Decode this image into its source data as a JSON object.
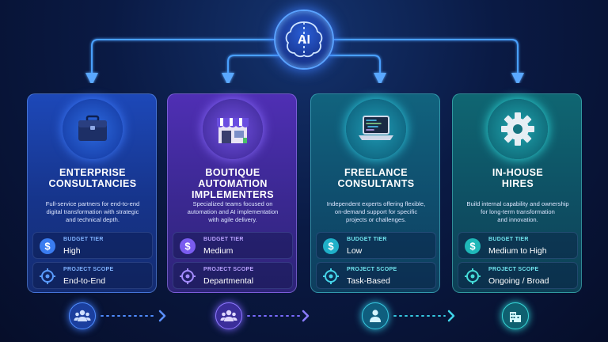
{
  "center_badge": {
    "label": "AI"
  },
  "cards": [
    {
      "icon": "briefcase-icon",
      "title_line1": "Enterprise",
      "title_line2": "Consultancies",
      "title_line3": "",
      "description_line1": "Full-service partners for end-to-end",
      "description_line2": "digital transformation with strategic",
      "description_line3": "and technical depth.",
      "budget_label": "Budget Tier",
      "budget_value": "High",
      "scope_label": "Project Scope",
      "scope_value": "End-to-End",
      "bottom_icon": "group-icon"
    },
    {
      "icon": "storefront-icon",
      "title_line1": "Boutique",
      "title_line2": "Automation",
      "title_line3": "Implementers",
      "description_line1": "Specialized teams focused on",
      "description_line2": "automation and AI implementation",
      "description_line3": "with agile delivery.",
      "budget_label": "Budget Tier",
      "budget_value": "Medium",
      "scope_label": "Project Scope",
      "scope_value": "Departmental",
      "bottom_icon": "group-icon"
    },
    {
      "icon": "laptop-icon",
      "title_line1": "Freelance",
      "title_line2": "Consultants",
      "title_line3": "",
      "description_line1": "Independent experts offering flexible,",
      "description_line2": "on-demand support for specific",
      "description_line3": "projects or challenges.",
      "budget_label": "Budget Tier",
      "budget_value": "Low",
      "scope_label": "Project Scope",
      "scope_value": "Task-Based",
      "bottom_icon": "person-icon"
    },
    {
      "icon": "gear-icon",
      "title_line1": "In-House",
      "title_line2": "Hires",
      "title_line3": "",
      "description_line1": "Build internal capability and ownership",
      "description_line2": "for long-term transformation",
      "description_line3": "and innovation.",
      "budget_label": "Budget Tier",
      "budget_value": "Medium to High",
      "scope_label": "Project Scope",
      "scope_value": "Ongoing / Broad",
      "bottom_icon": "building-icon"
    }
  ],
  "colors": {
    "card1": "#1d48b8",
    "card2": "#4f2fb4",
    "card3": "#11637e",
    "card4": "#0f6672",
    "wire": "#4aa0ff"
  }
}
